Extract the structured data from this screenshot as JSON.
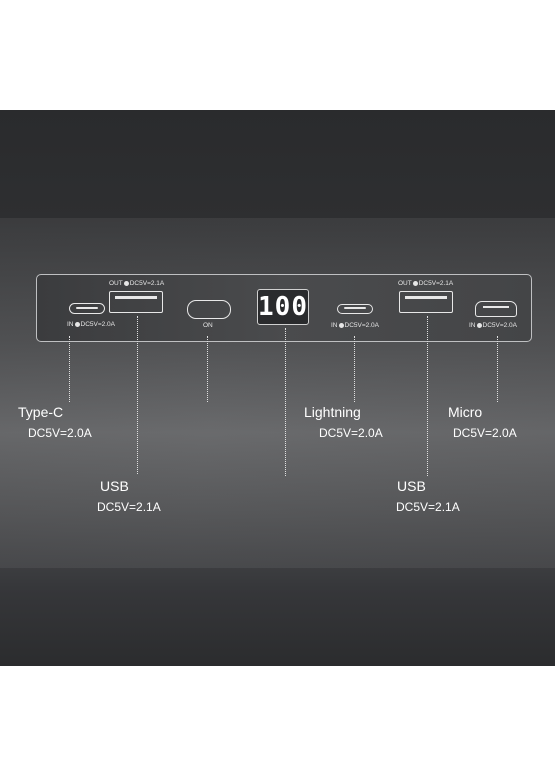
{
  "device": {
    "display_value": "100",
    "button_label": "ON",
    "port_specs": {
      "typec_in": "IN",
      "typec_in_rating": "DC5V=2.0A",
      "usb_left_out": "OUT",
      "usb_left_out_rating": "DC5V=2.1A",
      "lightning_in": "IN",
      "lightning_in_rating": "DC5V=2.0A",
      "usb_right_out": "OUT",
      "usb_right_out_rating": "DC5V=2.1A",
      "micro_in": "IN",
      "micro_in_rating": "DC5V=2.0A"
    }
  },
  "callouts": {
    "typec": {
      "name": "Type-C",
      "spec": "DC5V=2.0A"
    },
    "usb_left": {
      "name": "USB",
      "spec": "DC5V=2.1A"
    },
    "lightning": {
      "name": "Lightning",
      "spec": "DC5V=2.0A"
    },
    "usb_right": {
      "name": "USB",
      "spec": "DC5V=2.1A"
    },
    "micro": {
      "name": "Micro",
      "spec": "DC5V=2.0A"
    }
  },
  "colors": {
    "background": "#ffffff",
    "panel_dark": "#2a2b2d",
    "panel_light": "#626365",
    "line": "#e8e8e8"
  }
}
